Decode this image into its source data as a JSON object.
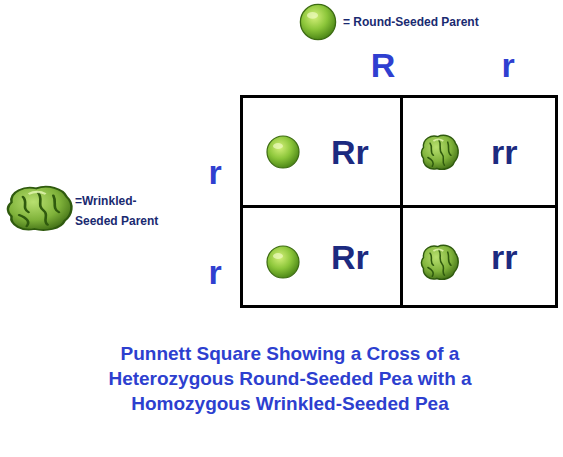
{
  "diagram": {
    "caption": "Punnett Square Showing a Cross of a Heterozygous Round-Seeded Pea with a Homozygous Wrinkled-Seeded Pea",
    "nodes": [
      {
        "text": [
          "Rr"
        ]
      },
      {
        "text": [
          "rr"
        ]
      },
      {
        "text": [
          "Rr"
        ]
      },
      {
        "text": [
          "rr"
        ]
      }
    ],
    "labels": [
      "R",
      "r",
      "r",
      "r"
    ],
    "legend": [
      {
        "text": "= Round-Seeded Parent"
      },
      {
        "text": "=Wrinkled-Seeded Parent"
      }
    ]
  }
}
